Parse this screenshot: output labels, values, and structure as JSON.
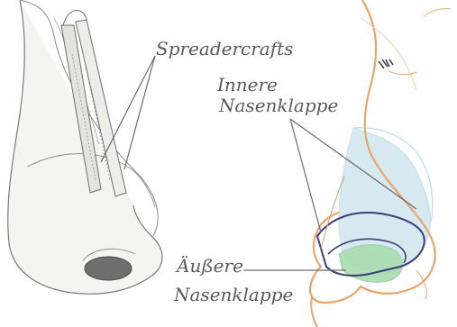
{
  "labels": {
    "spreadercrafts": "Spreadercrafts",
    "innere_line1": "Innere",
    "innere_line2": "Nasenklappe",
    "aeussere_line1": "Äußere",
    "aeussere_line2": "Nasenklappe"
  },
  "colors": {
    "text": "#5a5a5a",
    "leader": "#6a6a6a",
    "skin_outline": "#e8a56a",
    "cartilage_blue": "#b9dce8",
    "cartilage_green": "#8fcf9b",
    "valve_outline": "#3a3f78",
    "sketch": "#7a7a7a"
  },
  "icons": {
    "left_figure": "nose-graft-sketch",
    "right_figure": "nose-profile-illustration"
  }
}
